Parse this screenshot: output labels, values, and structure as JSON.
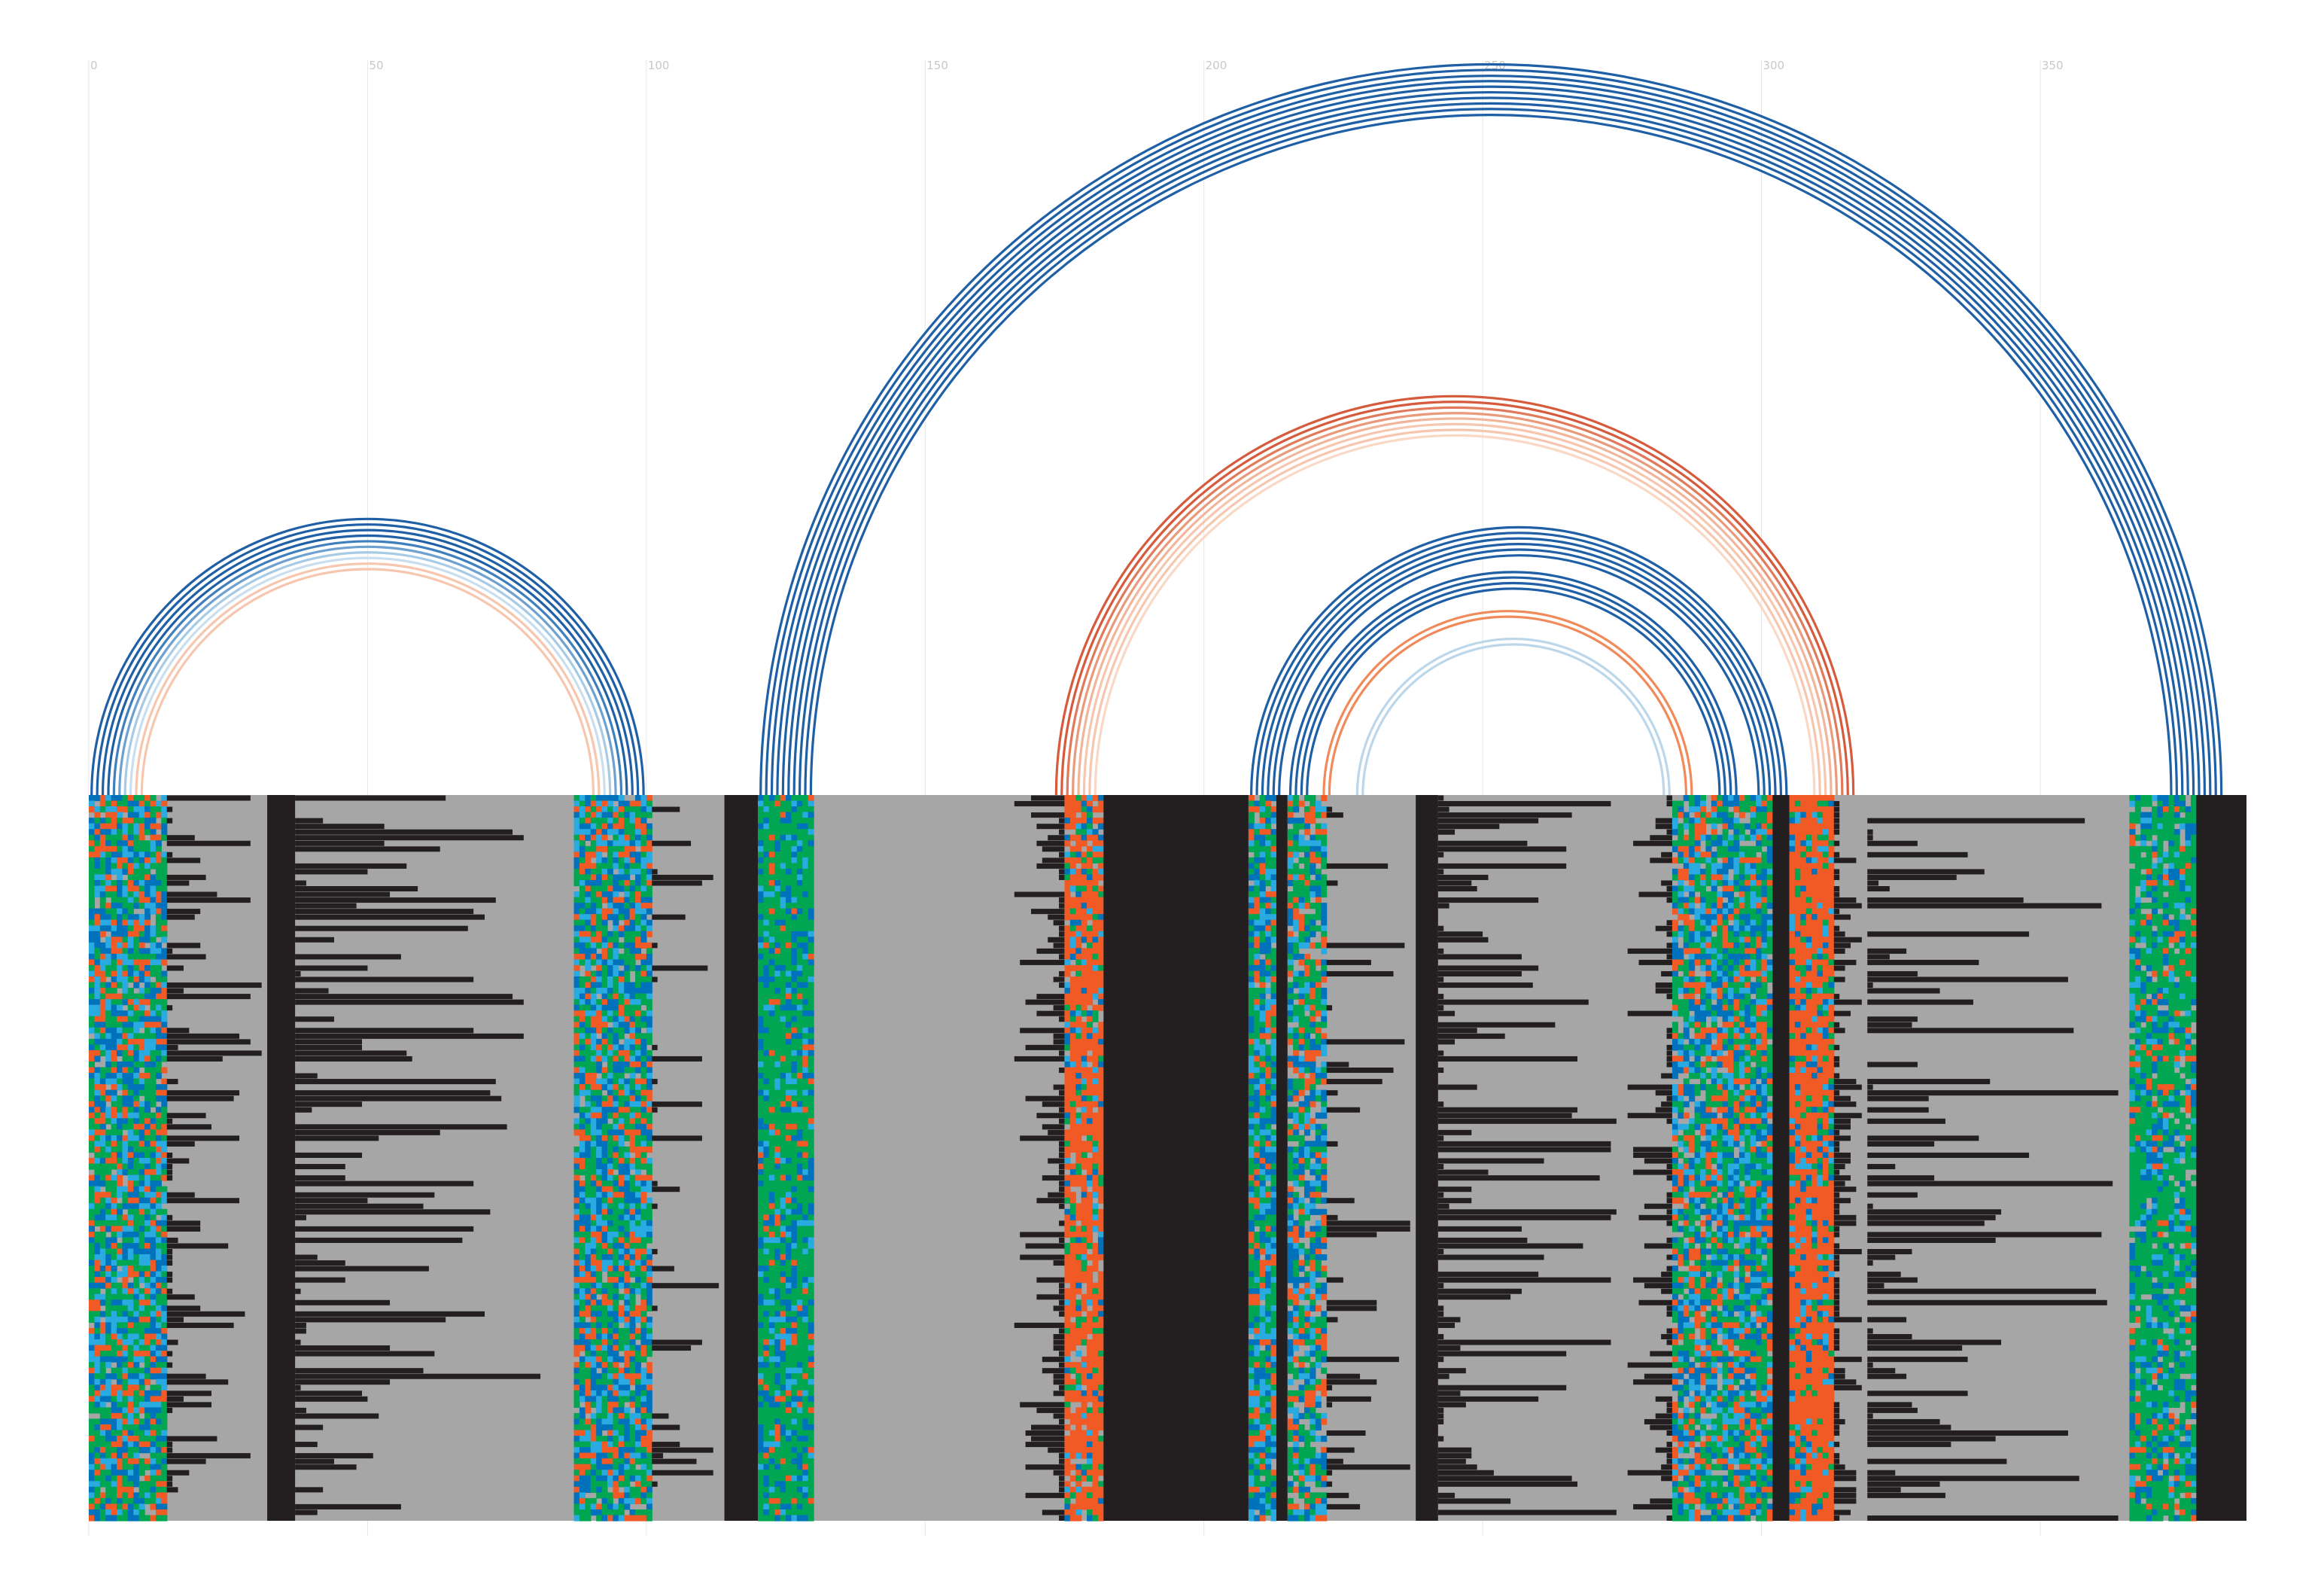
{
  "chart_data": {
    "type": "heatmap",
    "title": "",
    "xlabel": "",
    "ylabel": "",
    "x_axis": {
      "min": 0,
      "max": 387,
      "ticks": [
        0,
        50,
        100,
        150,
        200,
        250,
        300,
        350
      ],
      "tick_labels": [
        "0",
        "50",
        "100",
        "150",
        "200",
        "250",
        "300",
        "350"
      ]
    },
    "grid": true,
    "rows": 128,
    "colors": {
      "gap": "#a6a6a6",
      "match": "#231f20",
      "A": "#00a651",
      "C": "#0072bc",
      "G": "#f15a24",
      "T": "#29abe2",
      "pair_blue": "#1f5fa6",
      "pair_blue_light": "#bcd7ea",
      "pair_red": "#d65a3c",
      "pair_red_light": "#f6c7ae",
      "pair_orange": "#f08a5a"
    },
    "helices": [
      {
        "left_start": 1,
        "left_end": 10,
        "right_start": 91,
        "right_end": 100,
        "shades": [
          "#1f5fa6",
          "#1f5fa6",
          "#1f5fa6",
          "#1f5fa6",
          "#3f7fbd",
          "#6fa1d0",
          "#a8cbe5",
          "#c9dff0",
          "#f6c7ae",
          "#f6c7ae"
        ]
      },
      {
        "left_start": 121,
        "left_end": 130,
        "right_start": 374,
        "right_end": 383,
        "shades": [
          "#1f5fa6",
          "#1f5fa6",
          "#1f5fa6",
          "#1f5fa6",
          "#1f5fa6",
          "#1f5fa6",
          "#1f5fa6",
          "#1f5fa6",
          "#1f5fa6",
          "#1f5fa6"
        ]
      },
      {
        "left_start": 174,
        "left_end": 181,
        "right_start": 310,
        "right_end": 317,
        "shades": [
          "#d65a3c",
          "#d65a3c",
          "#e07a5a",
          "#e89a7a",
          "#f0b59a",
          "#f6c7ae",
          "#f6c7ae",
          "#f9d8c6"
        ]
      },
      {
        "left_start": 209,
        "left_end": 214,
        "right_start": 300,
        "right_end": 305,
        "shades": [
          "#1f5fa6",
          "#1f5fa6",
          "#1f5fa6",
          "#1f5fa6",
          "#1f5fa6",
          "#1f5fa6"
        ]
      },
      {
        "left_start": 216,
        "left_end": 219,
        "right_start": 293,
        "right_end": 296,
        "shades": [
          "#1f5fa6",
          "#1f5fa6",
          "#1f5fa6",
          "#1f5fa6"
        ]
      },
      {
        "left_start": 222,
        "left_end": 223,
        "right_start": 287,
        "right_end": 288,
        "shades": [
          "#f08a5a",
          "#f08a5a"
        ]
      },
      {
        "left_start": 228,
        "left_end": 229,
        "right_start": 283,
        "right_end": 284,
        "shades": [
          "#bcd7ea",
          "#bcd7ea"
        ]
      }
    ],
    "column_blocks": [
      {
        "start": 0,
        "end": 14,
        "kind": "nucleotide",
        "density": 0.95
      },
      {
        "start": 14,
        "end": 32,
        "kind": "bars_left",
        "density": 0.25
      },
      {
        "start": 32,
        "end": 37,
        "kind": "match"
      },
      {
        "start": 37,
        "end": 87,
        "kind": "bars_left",
        "density": 0.3
      },
      {
        "start": 87,
        "end": 101,
        "kind": "nucleotide",
        "density": 0.95
      },
      {
        "start": 101,
        "end": 114,
        "kind": "bars_left",
        "density": 0.12
      },
      {
        "start": 114,
        "end": 120,
        "kind": "match"
      },
      {
        "start": 120,
        "end": 130,
        "kind": "nucleotide_green",
        "density": 1.0
      },
      {
        "start": 130,
        "end": 165,
        "kind": "gap"
      },
      {
        "start": 165,
        "end": 175,
        "kind": "bars_right",
        "density": 0.4
      },
      {
        "start": 175,
        "end": 182,
        "kind": "nucleotide_orange",
        "density": 0.9
      },
      {
        "start": 182,
        "end": 208,
        "kind": "match"
      },
      {
        "start": 208,
        "end": 213,
        "kind": "nucleotide",
        "density": 0.95
      },
      {
        "start": 213,
        "end": 215,
        "kind": "match"
      },
      {
        "start": 215,
        "end": 222,
        "kind": "nucleotide",
        "density": 0.8
      },
      {
        "start": 222,
        "end": 238,
        "kind": "bars_left",
        "density": 0.15
      },
      {
        "start": 238,
        "end": 242,
        "kind": "match"
      },
      {
        "start": 242,
        "end": 275,
        "kind": "bars_left",
        "density": 0.35
      },
      {
        "start": 275,
        "end": 284,
        "kind": "bars_right",
        "density": 0.3
      },
      {
        "start": 284,
        "end": 293,
        "kind": "nucleotide",
        "density": 0.85
      },
      {
        "start": 293,
        "end": 302,
        "kind": "nucleotide",
        "density": 0.95
      },
      {
        "start": 302,
        "end": 305,
        "kind": "match"
      },
      {
        "start": 305,
        "end": 313,
        "kind": "nucleotide_orange",
        "density": 1.0
      },
      {
        "start": 313,
        "end": 319,
        "kind": "bars_left",
        "density": 0.35
      },
      {
        "start": 319,
        "end": 366,
        "kind": "bars_left",
        "density": 0.25
      },
      {
        "start": 366,
        "end": 378,
        "kind": "nucleotide_green",
        "density": 0.9
      },
      {
        "start": 378,
        "end": 387,
        "kind": "match"
      }
    ]
  }
}
